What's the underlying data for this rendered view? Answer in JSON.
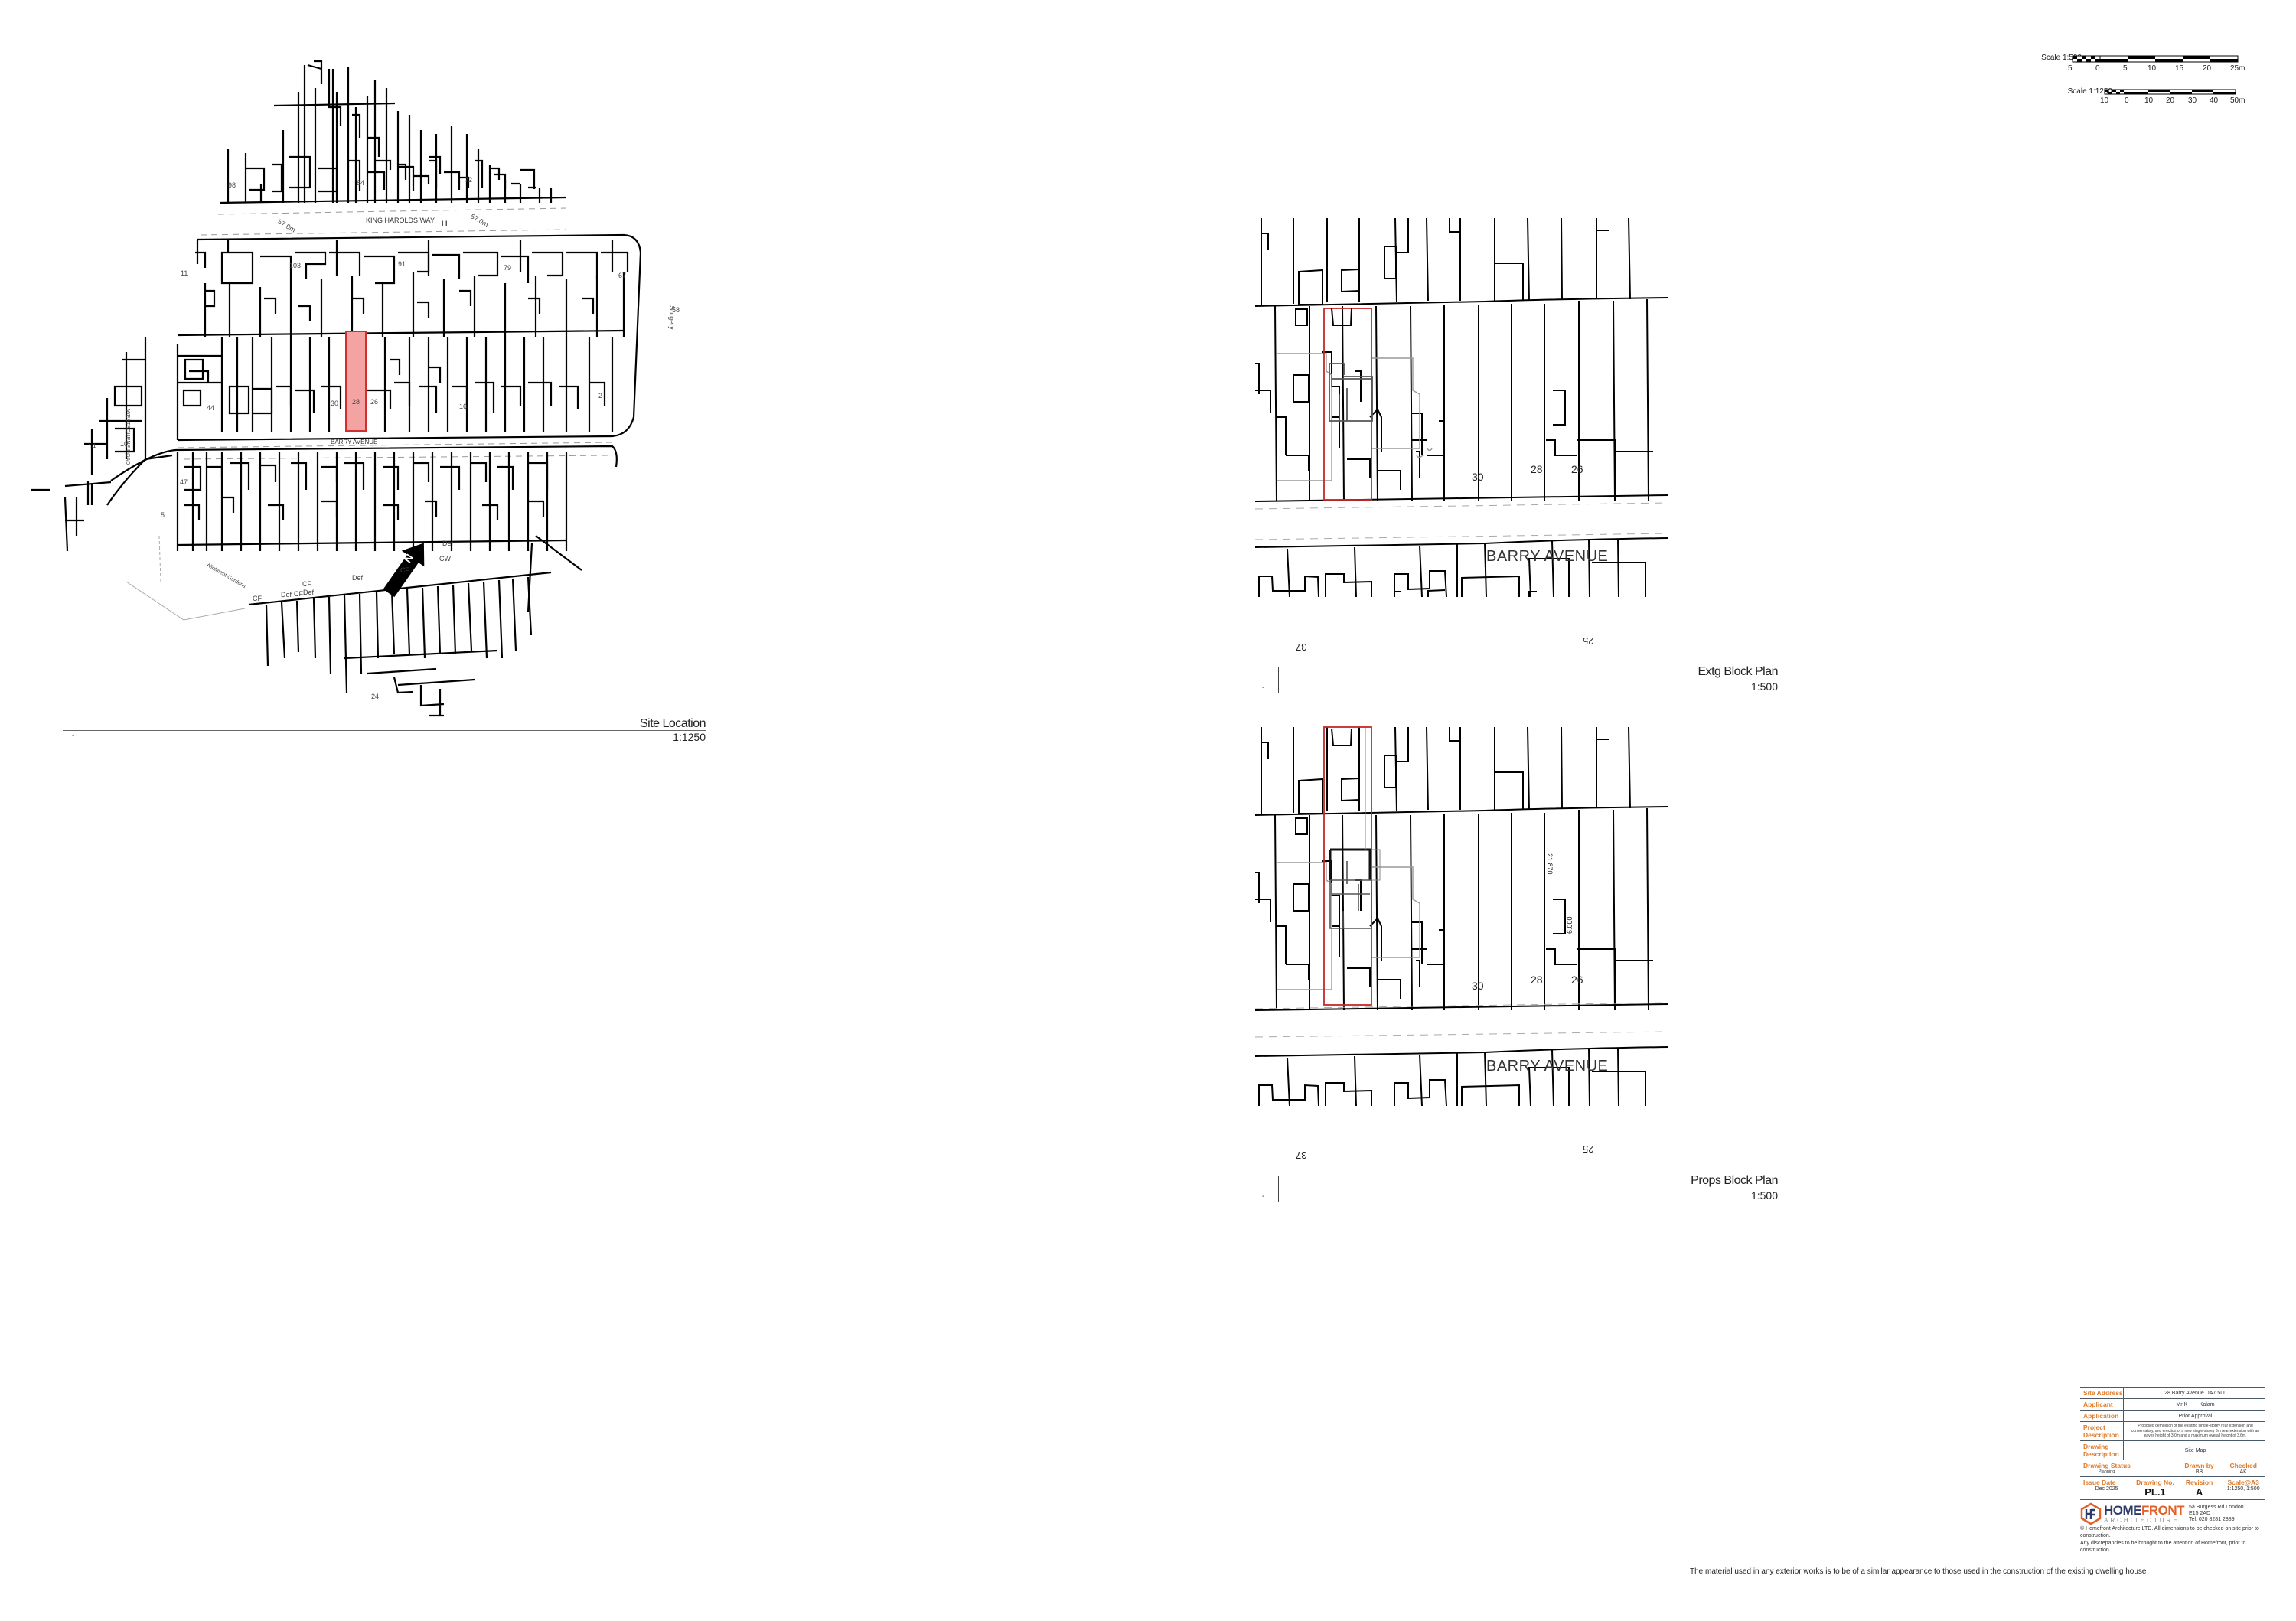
{
  "scales": {
    "bar1": {
      "label": "Scale 1:500",
      "ticks": [
        "5",
        "0",
        "5",
        "10",
        "15",
        "20",
        "25m"
      ]
    },
    "bar2": {
      "label": "Scale 1:1250",
      "ticks": [
        "10",
        "0",
        "10",
        "20",
        "30",
        "40",
        "50m"
      ]
    }
  },
  "site_location": {
    "title": "Site Location",
    "scale": "1:1250",
    "marker": "-",
    "roads": {
      "king_harolds_way": "KING HAROLDS WAY",
      "barry_avenue": "BARRY AVENUE",
      "westbourne_road": "WESTBOURNE ROAD",
      "allotment": "Allotment Gardens"
    },
    "levels": [
      "57.0m",
      "57.0m"
    ],
    "house_numbers": [
      "98",
      "84",
      "72",
      "11",
      "103",
      "91",
      "79",
      "67",
      "58",
      "30",
      "28",
      "26",
      "16",
      "44",
      "2",
      "14",
      "10",
      "47",
      "5",
      "24"
    ],
    "boundary_labels": [
      "CF",
      "Def",
      "CF",
      "Def",
      "CF",
      "Def",
      "CF",
      "Def",
      "CW"
    ],
    "surgery": "Surgery",
    "north_arrow": "N",
    "highlight_color": "#f4a3a3"
  },
  "extg_block_plan": {
    "title": "Extg Block Plan",
    "scale": "1:500",
    "marker": "-",
    "road": "BARRY AVENUE",
    "house_numbers": {
      "h30": "30",
      "h28": "28",
      "h26": "26",
      "h37": "37",
      "h25": "25"
    },
    "boundary_color": "#c62828"
  },
  "props_block_plan": {
    "title": "Props Block Plan",
    "scale": "1:500",
    "marker": "-",
    "road": "BARRY AVENUE",
    "house_numbers": {
      "h30": "30",
      "h28": "28",
      "h26": "26",
      "h37": "37",
      "h25": "25"
    },
    "dimensions": {
      "garden": "21.870",
      "extension": "6.000"
    },
    "boundary_color": "#c62828"
  },
  "title_block": {
    "site_address": {
      "label": "Site Address",
      "value": "28 Barry Avenue DA7 5LL"
    },
    "applicant": {
      "label": "Applicant",
      "value": "Mr K        Kalam"
    },
    "application": {
      "label": "Application",
      "value": "Prior Approval"
    },
    "project_description": {
      "label": "Project Description",
      "value": "Proposed demolition of the existing single-storey rear extension and conservatory, and erection of a new single-storey 6m rear extension with an eaves height of 3.0m and a maximum overall height of 3.6m."
    },
    "drawing_description": {
      "label": "Drawing Description",
      "value": "Site Map"
    },
    "drawing_status": {
      "label": "Drawing Status",
      "value": "Planning"
    },
    "drawn_by": {
      "label": "Drawn by",
      "value": "BB"
    },
    "checked": {
      "label": "Checked",
      "value": "AK"
    },
    "issue_date": {
      "label": "Issue Date",
      "value": "Dec 2025"
    },
    "drawing_no": {
      "label": "Drawing No.",
      "value": "PL.1"
    },
    "revision": {
      "label": "Revision",
      "value": "A"
    },
    "scale_a3": {
      "label": "Scale@A3",
      "value": "1:1250, 1:500"
    },
    "company": {
      "name_a": "HOME",
      "name_b": "FRONT",
      "sub": "ARCHITECTURE",
      "address1": "5a Burgess Rd London",
      "address2": "E15 2AD",
      "tel": "Tel: 020 8281 2889",
      "copyright": "© Homefront Architecture LTD. All dimensions to be checked on site prior to construction.",
      "discrepancies": "Any discrepancies to be brought to the attention of Homefront, prior to construction."
    },
    "accent_color": "#e07b2a",
    "brand_navy": "#2e3a6a"
  },
  "material_note": "The material used in any exterior works is to be of a similar appearance to those used in the construction of the existing dwelling house"
}
